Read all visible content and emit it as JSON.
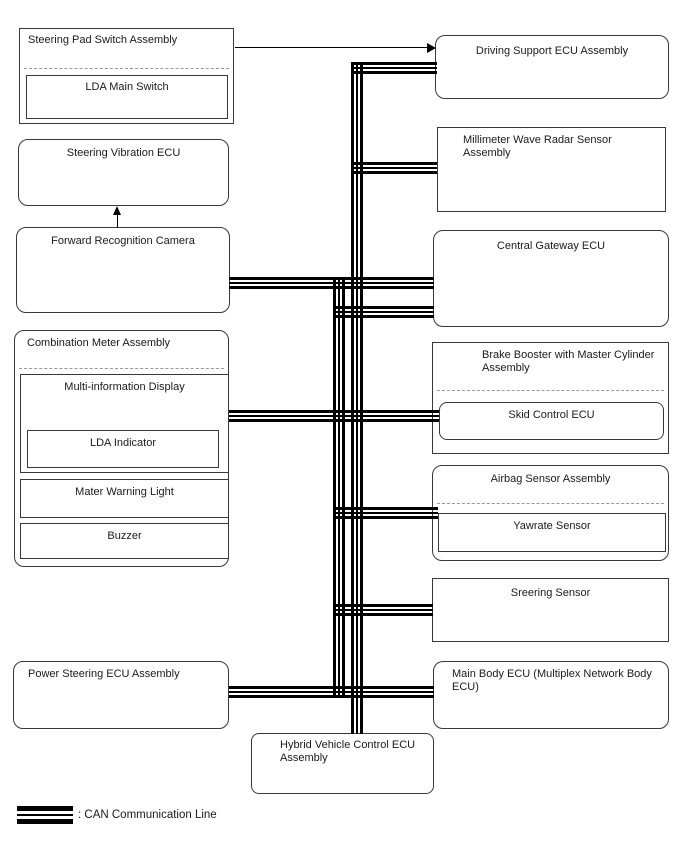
{
  "figure": {
    "type": "system-wiring-diagram",
    "colors": {
      "line": "#000000",
      "box_border": "#383838",
      "background": "#ffffff",
      "dashed_divider": "#999999"
    },
    "nodes": {
      "steering_pad": {
        "title": "Steering Pad Switch Assembly",
        "lda_main_switch": "LDA Main Switch"
      },
      "steering_vibration": "Steering Vibration ECU",
      "forward_camera": "Forward Recognition Camera",
      "combination_meter": {
        "title": "Combination Meter Assembly",
        "multi_information_display": "Multi-information Display",
        "lda_indicator": "LDA Indicator",
        "mater_warning_light": "Mater Warning Light",
        "buzzer": "Buzzer"
      },
      "power_steering": "Power Steering ECU Assembly",
      "driving_support": "Driving Support ECU Assembly",
      "millimeter_radar": "Millimeter Wave Radar Sensor Assembly",
      "central_gateway": "Central Gateway ECU",
      "brake_booster": {
        "title": "Brake Booster with Master Cylinder Assembly",
        "skid_control_ecu": "Skid Control ECU"
      },
      "airbag": {
        "title": "Airbag Sensor Assembly",
        "yawrate_sensor": "Yawrate Sensor"
      },
      "steering_sensor": "Sreering Sensor",
      "main_body": "Main Body ECU (Multiplex Network Body ECU)",
      "hybrid": "Hybrid Vehicle Control ECU Assembly"
    },
    "legend": {
      "symbol": "can-triple-line",
      "label": ": CAN Communication Line"
    }
  }
}
